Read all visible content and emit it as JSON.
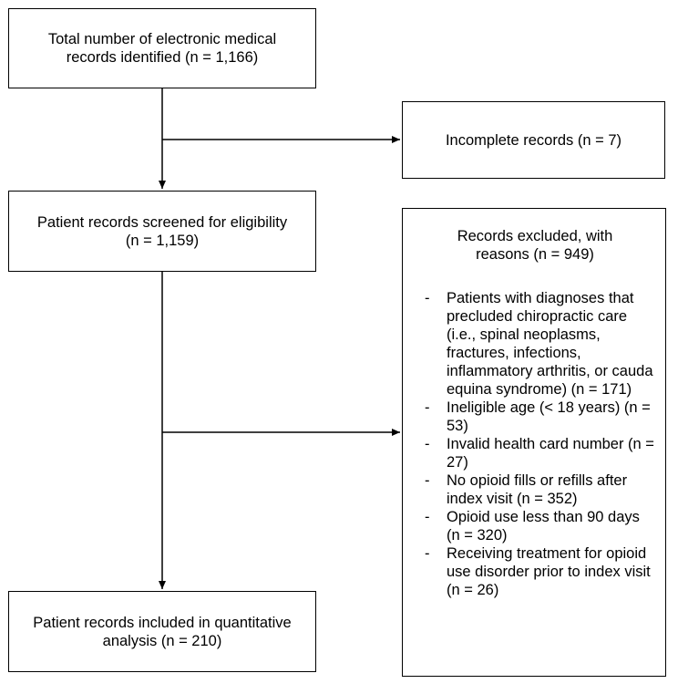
{
  "flowchart": {
    "identified": "Total number of electronic medical records identified (n = 1,166)",
    "incomplete": "Incomplete records (n = 7)",
    "screened": "Patient records screened for eligibility (n = 1,159)",
    "included": "Patient records included in quantitative analysis (n = 210)",
    "excluded": {
      "heading": "Records excluded, with reasons (n = 949)",
      "bullet": "-",
      "reasons": [
        "Patients with diagnoses that precluded chiropractic care (i.e., spinal neoplasms, fractures, infections, inflammatory arthritis, or cauda equina syndrome) (n = 171)",
        "Ineligible age (< 18 years) (n = 53)",
        "Invalid health card number (n = 27)",
        "No opioid fills or refills after index visit (n = 352)",
        "Opioid use less than 90 days (n = 320)",
        "Receiving treatment for opioid use disorder prior to index visit (n = 26)"
      ]
    }
  }
}
